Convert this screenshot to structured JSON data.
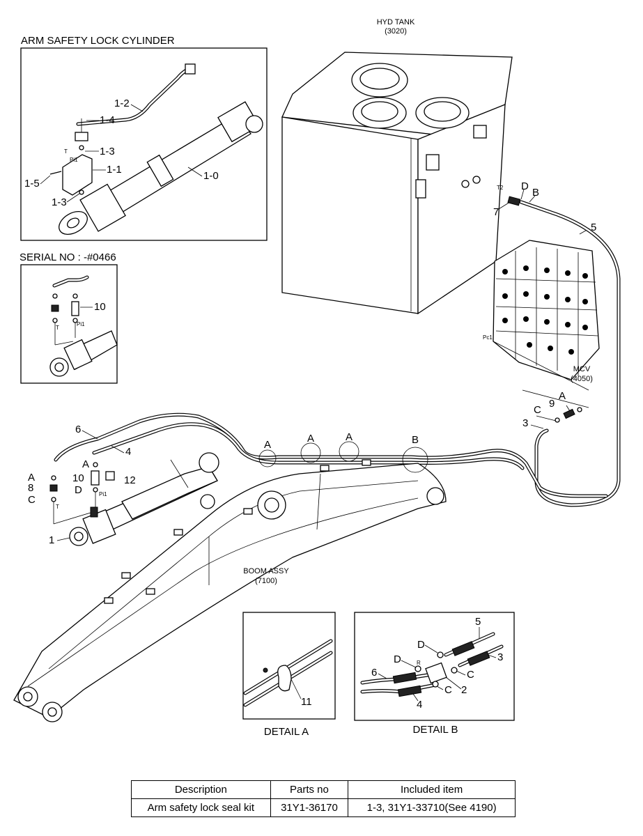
{
  "tank": {
    "title": "HYD TANK",
    "code": "(3020)"
  },
  "inset1": {
    "title": "ARM SAFETY LOCK CYLINDER",
    "callouts": [
      "1-2",
      "1-4",
      "1-3",
      "1-1",
      "1-5",
      "1-3",
      "1-0"
    ],
    "ports": [
      "T",
      "Pi1"
    ]
  },
  "inset2": {
    "title": "SERIAL NO : -#0466",
    "callouts": [
      "10"
    ],
    "ports": [
      "T",
      "Pi1"
    ]
  },
  "tank_ports": {
    "t2": "T2",
    "d": "D",
    "b": "B",
    "n7": "7",
    "n5": "5"
  },
  "mcv": {
    "title": "MCV",
    "code": "(4050)",
    "port": "Pc1"
  },
  "mcv_fittings": {
    "a": "A",
    "n9": "9",
    "c": "C",
    "n3": "3"
  },
  "boom": {
    "title": "BOOM ASSY",
    "code": "(7100)",
    "circles": [
      "A",
      "A",
      "A",
      "B"
    ]
  },
  "left": {
    "n6": "6",
    "n4": "4",
    "a1": "A",
    "a2": "A",
    "n10": "10",
    "n12": "12",
    "d": "D",
    "n8": "8",
    "c": "C",
    "t": "T",
    "pi1": "Pi1",
    "n1": "1"
  },
  "detail_a": {
    "callout": "11",
    "caption": "DETAIL  A"
  },
  "detail_b": {
    "caption": "DETAIL  B",
    "callouts": {
      "n5": "5",
      "d1": "D",
      "d2": "D",
      "n3": "3",
      "n6": "6",
      "r": "R",
      "c1": "C",
      "c2": "C",
      "n2": "2",
      "n4": "4"
    }
  },
  "table": {
    "headers": [
      "Description",
      "Parts no",
      "Included item"
    ],
    "rows": [
      [
        "Arm safety lock seal kit",
        "31Y1-36170",
        "1-3, 31Y1-33710(See 4190)"
      ]
    ]
  }
}
